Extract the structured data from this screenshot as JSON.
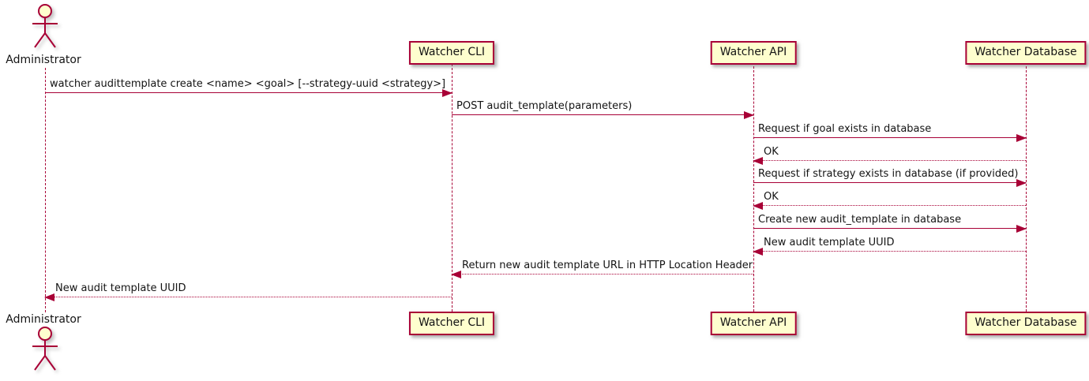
{
  "colors": {
    "accent": "#A80036",
    "participant_fill": "#FEFECE",
    "text": "#141414",
    "background": "#FFFFFF"
  },
  "actor": {
    "name": "Administrator"
  },
  "participants": [
    {
      "label": "Watcher CLI"
    },
    {
      "label": "Watcher API"
    },
    {
      "label": "Watcher Database"
    }
  ],
  "messages": [
    {
      "from": "Administrator",
      "to": "Watcher CLI",
      "line": "solid",
      "text": "watcher audittemplate create <name> <goal> [--strategy-uuid <strategy>]"
    },
    {
      "from": "Watcher CLI",
      "to": "Watcher API",
      "line": "solid",
      "text": "POST audit_template(parameters)"
    },
    {
      "from": "Watcher API",
      "to": "Watcher Database",
      "line": "solid",
      "text": "Request if goal exists in database"
    },
    {
      "from": "Watcher Database",
      "to": "Watcher API",
      "line": "dotted",
      "text": "OK"
    },
    {
      "from": "Watcher API",
      "to": "Watcher Database",
      "line": "solid",
      "text": "Request if strategy exists in database (if provided)"
    },
    {
      "from": "Watcher Database",
      "to": "Watcher API",
      "line": "dotted",
      "text": "OK"
    },
    {
      "from": "Watcher API",
      "to": "Watcher Database",
      "line": "solid",
      "text": "Create new audit_template in database"
    },
    {
      "from": "Watcher Database",
      "to": "Watcher API",
      "line": "dotted",
      "text": "New audit template UUID"
    },
    {
      "from": "Watcher API",
      "to": "Watcher CLI",
      "line": "dotted",
      "text": "Return new audit template URL in HTTP Location Header"
    },
    {
      "from": "Watcher CLI",
      "to": "Administrator",
      "line": "dotted",
      "text": "New audit template UUID"
    }
  ]
}
